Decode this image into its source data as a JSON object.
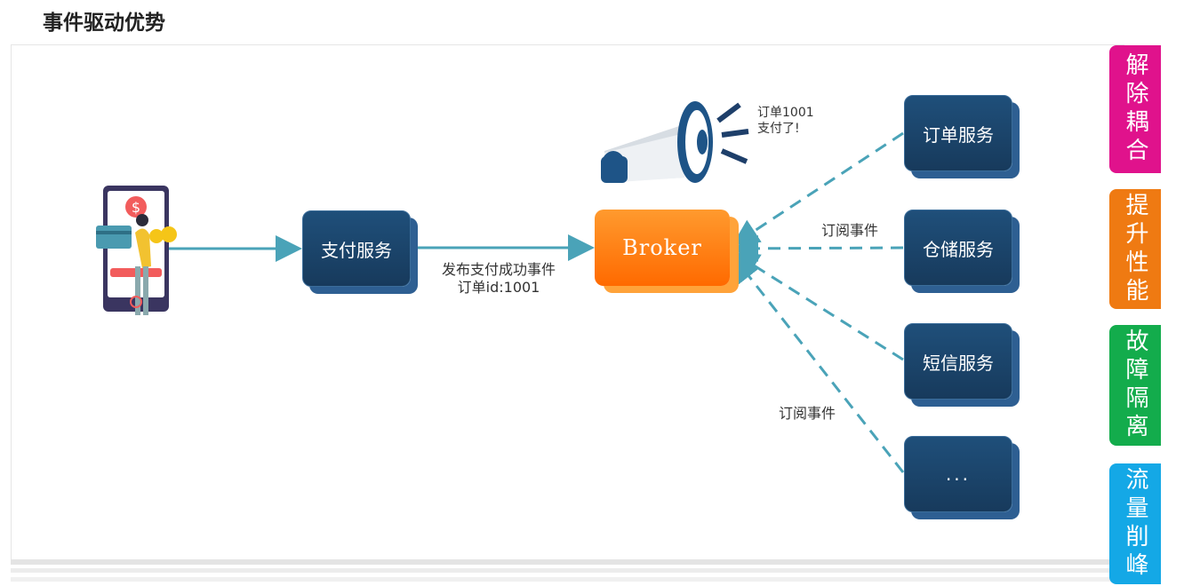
{
  "page_title": "事件驱动优势",
  "nodes": {
    "payment_service": "支付服务",
    "broker": "Broker",
    "order_service": "订单服务",
    "storage_service": "仓储服务",
    "sms_service": "短信服务",
    "more": "..."
  },
  "labels": {
    "publish_line1": "发布支付成功事件",
    "publish_line2": "订单id:1001",
    "announce_line1": "订单1001",
    "announce_line2": "支付了!",
    "subscribe_top": "订阅事件",
    "subscribe_bottom": "订阅事件"
  },
  "tabs": [
    {
      "label": "解除耦合",
      "color": "#e0128c"
    },
    {
      "label": "提升性能",
      "color": "#ef7a12"
    },
    {
      "label": "故障隔离",
      "color": "#13ac4c"
    },
    {
      "label": "流量削峰",
      "color": "#14a8e6"
    }
  ],
  "colors": {
    "arrow": "#4aa3b8",
    "service_box": "#1b4468",
    "broker": "#ff7a0a"
  }
}
